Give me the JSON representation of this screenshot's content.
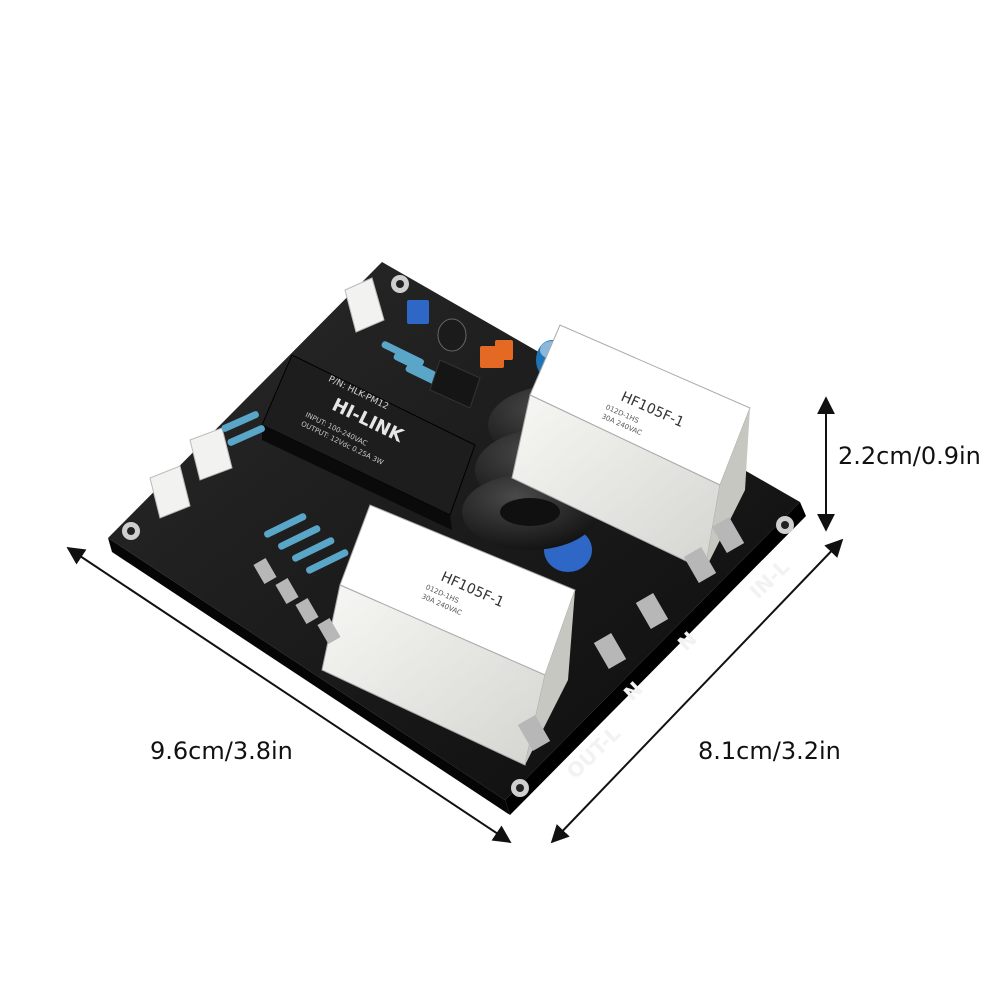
{
  "dimensions": {
    "height": "2.2cm/0.9in",
    "length": "9.6cm/3.8in",
    "width": "8.1cm/3.2in"
  },
  "board": {
    "power_module_brand": "HI-LINK",
    "power_module_model": "P/N: HLK-PM12",
    "power_module_input": "INPUT: 100-240VAC",
    "power_module_output": "OUTPUT: 12Vdc 0.25A 3W",
    "relay_model": "HF105F-1",
    "relay_coil": "012D-1HS",
    "relay_rating": "30A 240VAC",
    "terminal_in_l": "IN-L",
    "terminal_n_1": "N",
    "terminal_n_2": "N",
    "terminal_out_l": "OUT-L"
  },
  "colors": {
    "background": "#ffffff",
    "pcb": "#141414",
    "relay": "#eeeeea",
    "toroid": "#1c1c1c",
    "module": "#1a1a1a"
  }
}
